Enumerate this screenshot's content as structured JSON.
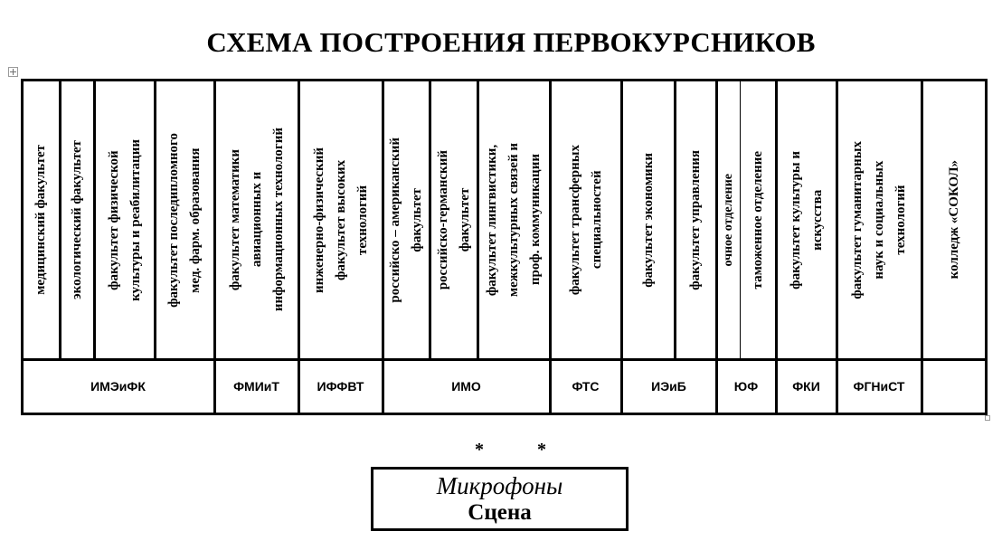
{
  "title": "СХЕМА ПОСТРОЕНИЯ ПЕРВОКУРСНИКОВ",
  "faculties": [
    "медицинский факультет",
    "экологический факультет",
    "факультет физической\nкультуры и реабилитации",
    "факультет последипломного\nмед. фарм. образования",
    "факультет математики\nавиационных и\nинформационных технологий",
    "инженерно-физический\nфакультет высоких\nтехнологий",
    "российско – американский\nфакультет",
    "российско-германский\nфакультет",
    "факультет лингвистики,\nмежкультурных связей и\nпроф. коммуникации",
    "факультет трансферных\nспециальностей",
    "факультет экономики",
    "факультет управления",
    "очное отделение",
    "таможенное отделение",
    "факультет культуры и\nискусства",
    "факультет гуманитарных\nнаук и социальных\nтехнологий",
    "колледж «СОКОЛ»"
  ],
  "groups": [
    "ИМЭиФК",
    "ФМИиТ",
    "ИФФВТ",
    "ИМО",
    "ФТС",
    "ИЭиБ",
    "ЮФ",
    "ФКИ",
    "ФГНиСТ",
    ""
  ],
  "stage": {
    "microphones": "Микрофоны",
    "scene": "Сцена",
    "markers": [
      "*",
      "*"
    ]
  }
}
